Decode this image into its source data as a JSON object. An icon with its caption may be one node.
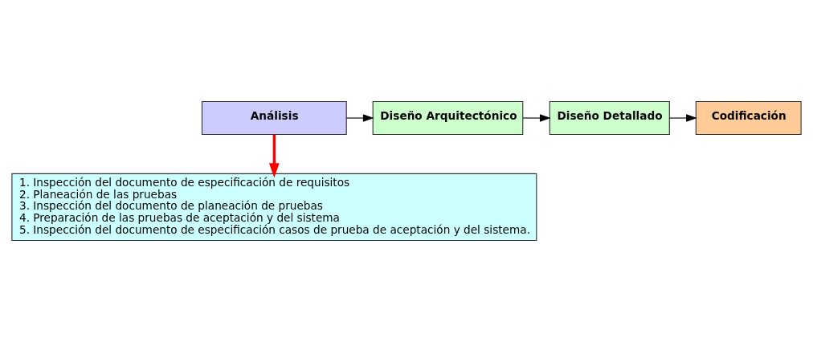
{
  "diagram": {
    "nodes": [
      {
        "text": [
          "Análisis"
        ]
      },
      {
        "text": [
          "Diseño Arquitectónico"
        ]
      },
      {
        "text": [
          "Diseño Detallado"
        ]
      },
      {
        "text": [
          "Codificación"
        ]
      },
      {
        "text": [
          "1. Inspección del documento de especificación de requisitos",
          "2. Planeación de las pruebas",
          "3. Inspección del documento de planeación de pruebas",
          "4. Preparación de las pruebas de aceptación y del sistema",
          "5. Inspección del documento de especificación casos de prueba de aceptación y del sistema."
        ]
      }
    ],
    "edges": [
      {
        "from": 0,
        "to": 1,
        "arrow": "to"
      },
      {
        "from": 1,
        "to": 2,
        "arrow": "to"
      },
      {
        "from": 2,
        "to": 3,
        "arrow": "to"
      },
      {
        "from": 0,
        "to": 4,
        "arrow": "to",
        "style": "thick",
        "color": "#ff0000"
      }
    ]
  }
}
